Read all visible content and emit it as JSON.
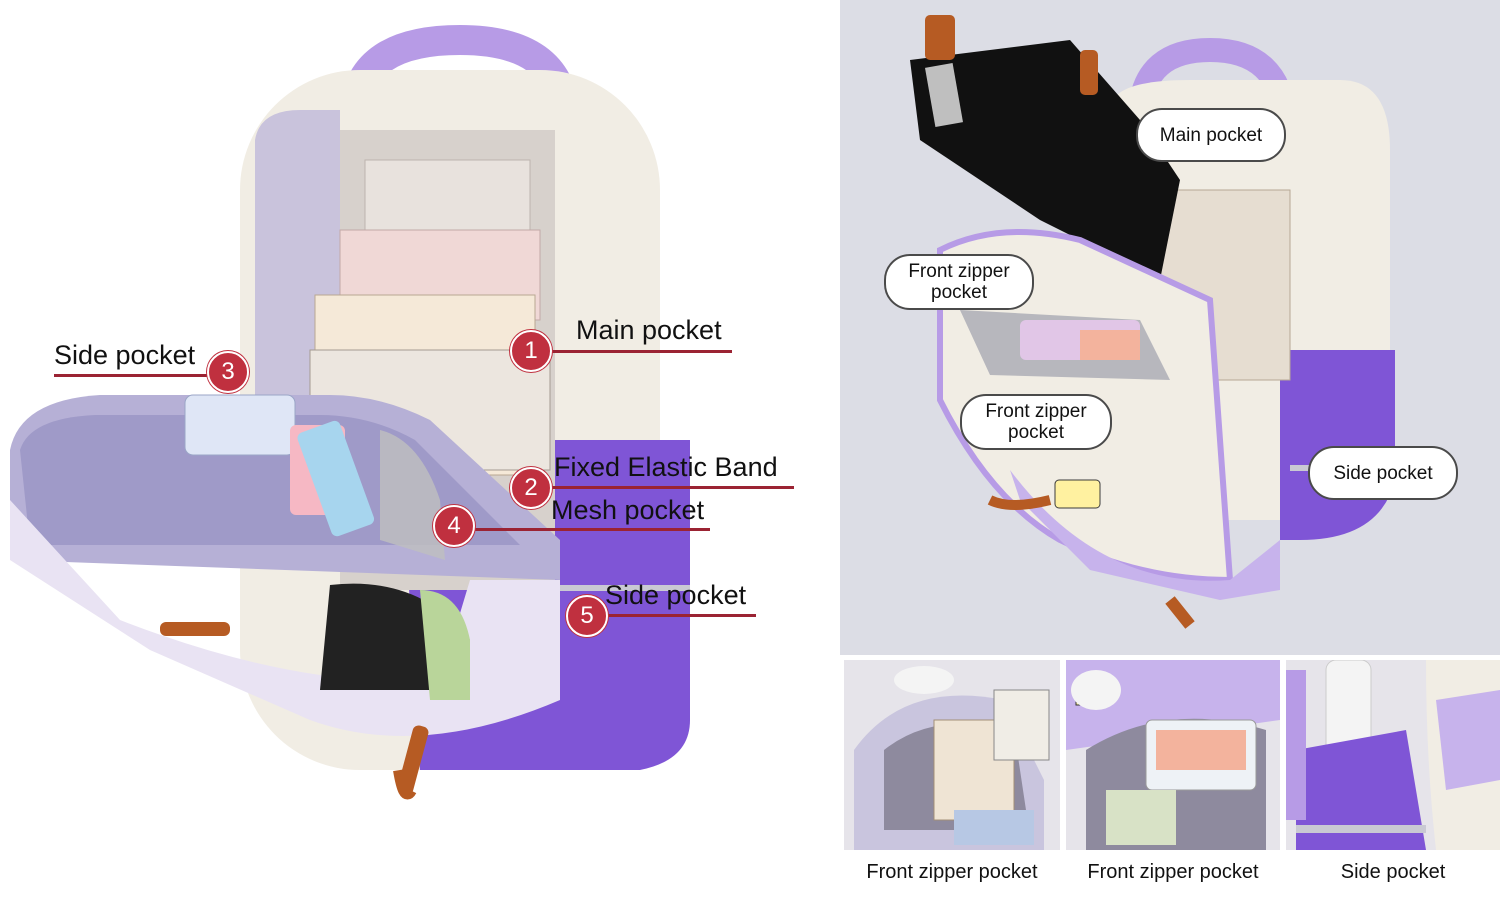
{
  "left_panel": {
    "labels": [
      {
        "num": "1",
        "text": "Main pocket"
      },
      {
        "num": "2",
        "text": "Fixed Elastic Band"
      },
      {
        "num": "3",
        "text": "Side pocket"
      },
      {
        "num": "4",
        "text": "Mesh pocket"
      },
      {
        "num": "5",
        "text": "Side pocket"
      }
    ]
  },
  "right_panel": {
    "callouts": [
      "Main pocket",
      "Front zipper\npocket",
      "Front zipper\npocket",
      "Side pocket"
    ]
  },
  "thumbnails": {
    "captions": [
      "Front zipper pocket",
      "Front zipper pocket",
      "Side pocket"
    ]
  },
  "colors": {
    "accent_red": "#c0303f",
    "lavender": "#b79be6",
    "purple": "#7f55d6",
    "cream": "#f1ede4",
    "bg_right": "#dcdde5"
  }
}
